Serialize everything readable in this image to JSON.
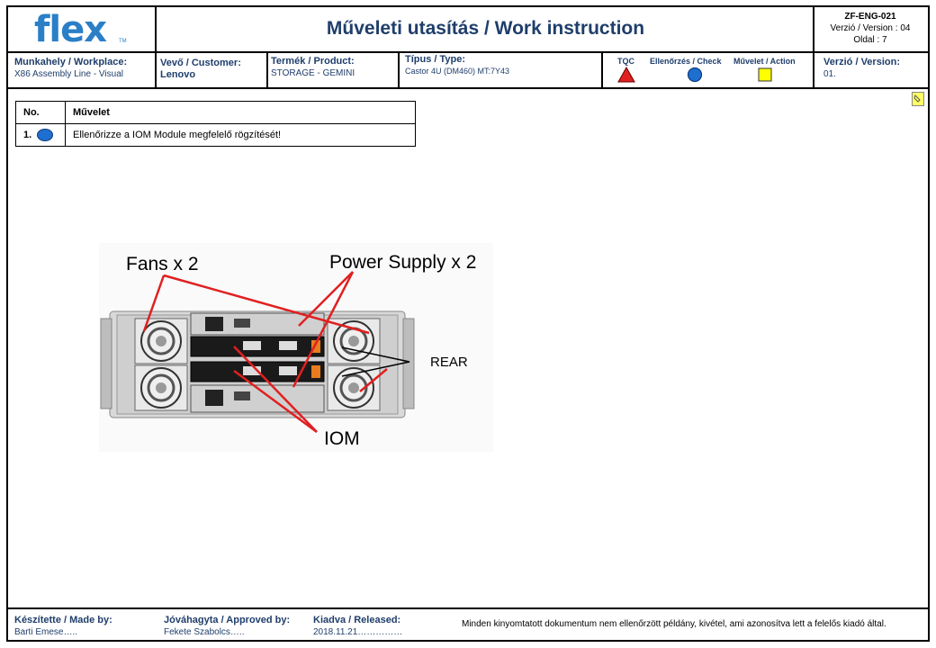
{
  "header": {
    "logo_text": "flex",
    "logo_tm": "TM",
    "title": "Műveleti utasítás / Work instruction",
    "doc_code": "ZF-ENG-021",
    "version_line": "Verzió / Version :  04",
    "page_line": "Oldal : 7"
  },
  "info": {
    "workplace_label": "Munkahely / Workplace:",
    "workplace_value": "X86 Assembly Line - Visual",
    "customer_label": "Vevő / Customer:",
    "customer_value": "Lenovo",
    "product_label": "Termék / Product:",
    "product_value": "STORAGE  - GEMINI",
    "type_label": "Típus / Type:",
    "type_value": "Castor 4U (DM460) MT:7Y43",
    "legend": {
      "tqc": "TQC",
      "check": "Ellenőrzés / Check",
      "action": "Művelet / Action",
      "tqc_color": "#e02020",
      "check_color": "#1f6fd0",
      "action_color": "#ffff00"
    },
    "version_label": "Verzió / Version:",
    "version_value": "01."
  },
  "operations": {
    "headers": [
      "No.",
      "Művelet"
    ],
    "rows": [
      {
        "no": "1.",
        "text": "Ellenőrizze a IOM Module megfelelő rögzítését!"
      }
    ]
  },
  "figure": {
    "fans_label": "Fans x 2",
    "psu_label": "Power Supply x 2",
    "rear_label": "REAR",
    "iom_label": "IOM",
    "arrow_color": "#e02020"
  },
  "footer": {
    "made_label": "Készítette / Made by:",
    "made_value": "Barti Emese…..",
    "approved_label": "Jóváhagyta / Approved by:",
    "approved_value": "Fekete Szabolcs…..",
    "released_label": "Kiadva / Released:",
    "released_value": "2018.11.21……………",
    "note": "Minden kinyomtatott dokumentum nem ellenőrzött példány, kivétel, ami azonosítva lett a felelős kiadó által."
  }
}
